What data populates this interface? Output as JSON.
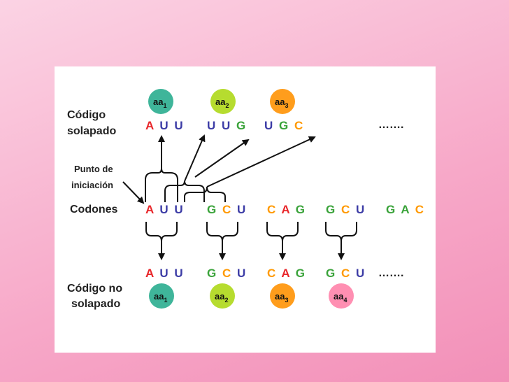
{
  "colors": {
    "A": "#e8262a",
    "U": "#3c3ca6",
    "G": "#3aa33a",
    "C": "#ff9900",
    "aa1": "#3fb59a",
    "aa2": "#b6dc2f",
    "aa3": "#ff9d1c",
    "aa4": "#ff8fb2",
    "line": "#111111"
  },
  "labels": {
    "codigo_solapado_1": "Código",
    "codigo_solapado_2": "solapado",
    "punto_1": "Punto de",
    "punto_2": "iniciación",
    "codones": "Codones",
    "no_solapado_1": "Código no",
    "no_solapado_2": "solapado"
  },
  "overlap": {
    "aminoacids": [
      {
        "base": "aa",
        "sub": "1",
        "color": "aa1"
      },
      {
        "base": "aa",
        "sub": "2",
        "color": "aa2"
      },
      {
        "base": "aa",
        "sub": "3",
        "color": "aa3"
      }
    ],
    "codons": [
      [
        "A",
        "U",
        "U"
      ],
      [
        "U",
        "U",
        "G"
      ],
      [
        "U",
        "G",
        "C"
      ]
    ],
    "ellipsis": "……."
  },
  "codons_row": {
    "codons": [
      [
        "A",
        "U",
        "U"
      ],
      [
        "G",
        "C",
        "U"
      ],
      [
        "C",
        "A",
        "G"
      ],
      [
        "G",
        "C",
        "U"
      ],
      [
        "G",
        "A",
        "C"
      ]
    ],
    "colors": [
      [
        "A",
        "U",
        "U"
      ],
      [
        "G",
        "C",
        "U"
      ],
      [
        "C",
        "A",
        "G"
      ],
      [
        "G",
        "C",
        "U"
      ],
      [
        "G",
        "G",
        "C"
      ]
    ]
  },
  "nonoverlap": {
    "codons": [
      [
        "A",
        "U",
        "U"
      ],
      [
        "G",
        "C",
        "U"
      ],
      [
        "C",
        "A",
        "G"
      ],
      [
        "G",
        "C",
        "U"
      ]
    ],
    "ellipsis": "…….",
    "aminoacids": [
      {
        "base": "aa",
        "sub": "1",
        "color": "aa1"
      },
      {
        "base": "aa",
        "sub": "2",
        "color": "aa2"
      },
      {
        "base": "aa",
        "sub": "3",
        "color": "aa3"
      },
      {
        "base": "aa",
        "sub": "4",
        "color": "aa4"
      }
    ]
  }
}
